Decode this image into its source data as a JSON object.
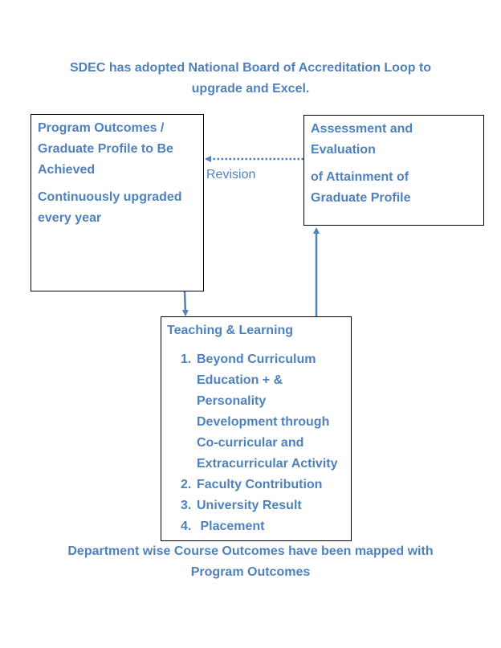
{
  "header": {
    "title": "SDEC has adopted National Board of Accreditation Loop to upgrade and Excel.",
    "title_lines": [
      "SDEC has adopted National Board of Accreditation Loop to",
      "upgrade and Excel."
    ]
  },
  "nodes": {
    "program_outcomes": {
      "heading_lines": [
        "Program Outcomes /",
        "Graduate Profile to Be",
        "Achieved"
      ],
      "sub_lines": [
        "Continuously upgraded",
        "every year"
      ]
    },
    "assessment": {
      "line1": [
        "Assessment and",
        "Evaluation"
      ],
      "line2": [
        "of Attainment  of",
        "Graduate Profile"
      ]
    },
    "teaching": {
      "heading": "Teaching & Learning",
      "items": [
        {
          "num": "1.",
          "lines": [
            "Beyond Curriculum",
            "Education + &",
            "Personality",
            "Development through",
            "Co-curricular and",
            "Extracurricular Activity"
          ]
        },
        {
          "num": "2.",
          "lines": [
            "Faculty Contribution"
          ]
        },
        {
          "num": "3.",
          "lines": [
            "University Result"
          ]
        },
        {
          "num": "4.",
          "lines": [
            " Placement"
          ]
        }
      ]
    }
  },
  "edges": [
    {
      "from": "assessment",
      "to": "program_outcomes",
      "label": "Revision",
      "style": "dotted"
    },
    {
      "from": "program_outcomes",
      "to": "teaching",
      "label": "",
      "style": "solid"
    },
    {
      "from": "teaching",
      "to": "assessment",
      "label": "",
      "style": "solid"
    }
  ],
  "footer": {
    "note_lines": [
      "Department wise Course Outcomes have been  mapped with",
      "Program Outcomes"
    ]
  },
  "colors": {
    "text": "#4F81BD",
    "arrow": "#4F81BD",
    "border": "#000000"
  }
}
